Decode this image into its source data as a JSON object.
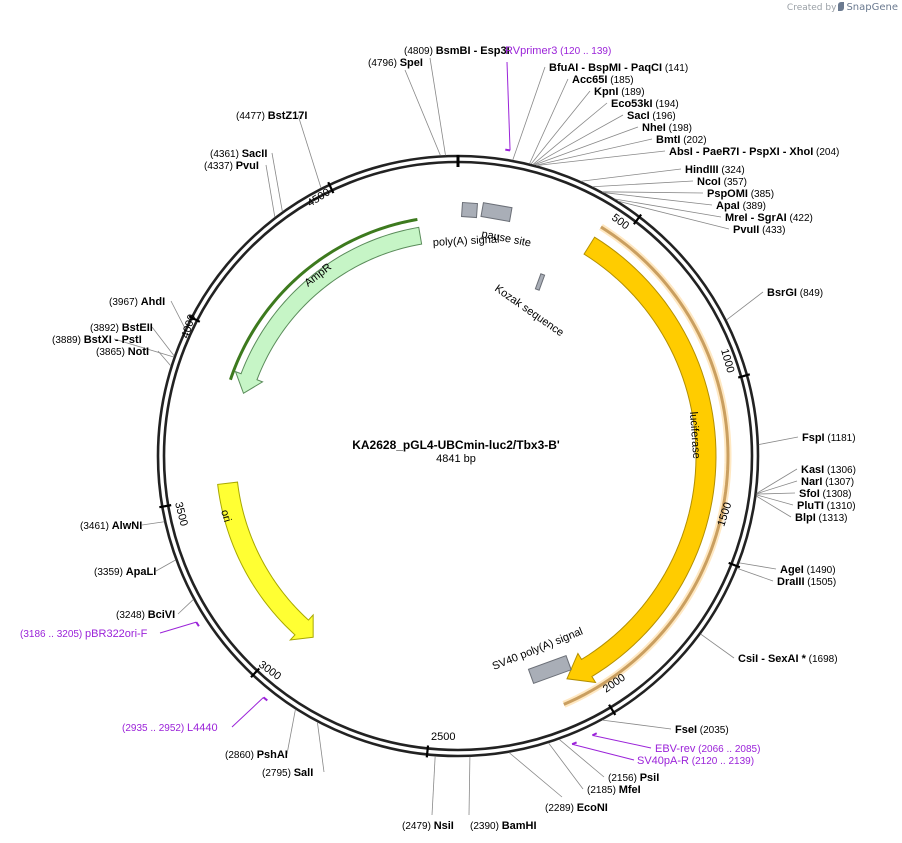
{
  "credit": {
    "prefix": "Created by",
    "brand": "SnapGene"
  },
  "plasmid": {
    "name": "KA2628_pGL4-UBCmin-luc2/Tbx3-B'",
    "size": "4841 bp",
    "length": 4841
  },
  "ticks": [
    "500",
    "1000",
    "1500",
    "2000",
    "2500",
    "3000",
    "3500",
    "4000",
    "4500"
  ],
  "features": {
    "ampr": {
      "label": "AmpR",
      "color": "#c6f5c6"
    },
    "luciferase": {
      "label": "luciferase",
      "color": "#ffcc00"
    },
    "ori": {
      "label": "ori",
      "color": "#ffff33"
    },
    "sv40": {
      "label": "SV40 poly(A) signal",
      "color": "#a9aeb7"
    },
    "polya": {
      "label": "poly(A) signal",
      "color": "#a9aeb7"
    },
    "pause": {
      "label": "pause site",
      "color": "#a9aeb7"
    },
    "kozak": {
      "label": "Kozak sequence",
      "color": "#a9aeb7"
    }
  },
  "enzymes": [
    {
      "id": "bsmbi",
      "name": "BsmBI",
      "extra": "-  Esp3I",
      "pos": "(4809)"
    },
    {
      "id": "spei",
      "name": "SpeI",
      "extra": "",
      "pos": "(4796)"
    },
    {
      "id": "bstz17i",
      "name": "BstZ17I",
      "extra": "",
      "pos": "(4477)"
    },
    {
      "id": "sacii",
      "name": "SacII",
      "extra": "",
      "pos": "(4361)"
    },
    {
      "id": "pvui",
      "name": "PvuI",
      "extra": "",
      "pos": "(4337)"
    },
    {
      "id": "ahdi",
      "name": "AhdI",
      "extra": "",
      "pos": "(3967)"
    },
    {
      "id": "bsteii",
      "name": "BstEII",
      "extra": "",
      "pos": "(3892)"
    },
    {
      "id": "bstxi",
      "name": "BstXI",
      "extra": "-  PstI",
      "pos": "(3889)"
    },
    {
      "id": "noti",
      "name": "NotI",
      "extra": "",
      "pos": "(3865)"
    },
    {
      "id": "alwni",
      "name": "AlwNI",
      "extra": "",
      "pos": "(3461)"
    },
    {
      "id": "apali",
      "name": "ApaLI",
      "extra": "",
      "pos": "(3359)"
    },
    {
      "id": "bcivi",
      "name": "BciVI",
      "extra": "",
      "pos": "(3248)"
    },
    {
      "id": "pshai",
      "name": "PshAI",
      "extra": "",
      "pos": "(2860)"
    },
    {
      "id": "sali",
      "name": "SalI",
      "extra": "",
      "pos": "(2795)"
    },
    {
      "id": "nsii",
      "name": "NsiI",
      "extra": "",
      "pos": "(2479)"
    },
    {
      "id": "bamhi",
      "name": "BamHI",
      "extra": "",
      "pos": "(2390)"
    },
    {
      "id": "econi",
      "name": "EcoNI",
      "extra": "",
      "pos": "(2289)"
    },
    {
      "id": "mfei",
      "name": "MfeI",
      "extra": "",
      "pos": "(2185)"
    },
    {
      "id": "psii",
      "name": "PsiI",
      "extra": "",
      "pos": "(2156)"
    },
    {
      "id": "fsei",
      "name": "FseI",
      "extra": "",
      "pos": "(2035)"
    },
    {
      "id": "csii",
      "name": "CsiI",
      "extra": "-  SexAI  *",
      "pos": "(1698)"
    },
    {
      "id": "drai",
      "name": "DraIII",
      "extra": "",
      "pos": "(1505)"
    },
    {
      "id": "agei",
      "name": "AgeI",
      "extra": "",
      "pos": "(1490)"
    },
    {
      "id": "blpi",
      "name": "BlpI",
      "extra": "",
      "pos": "(1313)"
    },
    {
      "id": "pluti",
      "name": "PluTI",
      "extra": "",
      "pos": "(1310)"
    },
    {
      "id": "sfoi",
      "name": "SfoI",
      "extra": "",
      "pos": "(1308)"
    },
    {
      "id": "nari",
      "name": "NarI",
      "extra": "",
      "pos": "(1307)"
    },
    {
      "id": "kasi",
      "name": "KasI",
      "extra": "",
      "pos": "(1306)"
    },
    {
      "id": "fspi",
      "name": "FspI",
      "extra": "",
      "pos": "(1181)"
    },
    {
      "id": "bsrgi",
      "name": "BsrGI",
      "extra": "",
      "pos": "(849)"
    },
    {
      "id": "pvuii",
      "name": "PvuII",
      "extra": "",
      "pos": "(433)"
    },
    {
      "id": "mrei",
      "name": "MreI",
      "extra": "-  SgrAI",
      "pos": "(422)"
    },
    {
      "id": "apai",
      "name": "ApaI",
      "extra": "",
      "pos": "(389)"
    },
    {
      "id": "pspomi",
      "name": "PspOMI",
      "extra": "",
      "pos": "(385)"
    },
    {
      "id": "ncoi",
      "name": "NcoI",
      "extra": "",
      "pos": "(357)"
    },
    {
      "id": "hindiii",
      "name": "HindIII",
      "extra": "",
      "pos": "(324)"
    },
    {
      "id": "absi",
      "name": "AbsI",
      "extra": "-  PaeR7I   -  PspXI   -  XhoI",
      "pos": "(204)"
    },
    {
      "id": "bmti",
      "name": "BmtI",
      "extra": "",
      "pos": "(202)"
    },
    {
      "id": "nhei",
      "name": "NheI",
      "extra": "",
      "pos": "(198)"
    },
    {
      "id": "saci",
      "name": "SacI",
      "extra": "",
      "pos": "(196)"
    },
    {
      "id": "eco53ki",
      "name": "Eco53kI",
      "extra": "",
      "pos": "(194)"
    },
    {
      "id": "kpni",
      "name": "KpnI",
      "extra": "",
      "pos": "(189)"
    },
    {
      "id": "acc65i",
      "name": "Acc65I",
      "extra": "",
      "pos": "(185)"
    },
    {
      "id": "bfuai",
      "name": "BfuAI",
      "extra": "-  BspMI   -  PaqCI",
      "pos": "(141)"
    }
  ],
  "primers": [
    {
      "id": "rvprimer3",
      "name": "RVprimer3",
      "pos": "(120 .. 139)"
    },
    {
      "id": "ebvrev",
      "name": "EBV-rev",
      "pos": "(2066 .. 2085)"
    },
    {
      "id": "sv40par",
      "name": "SV40pA-R",
      "pos": "(2120 .. 2139)"
    },
    {
      "id": "l4440",
      "name": "L4440",
      "pos": "(2935 .. 2952)"
    },
    {
      "id": "pbr322",
      "name": "pBR322ori-F",
      "pos": "(3186 .. 3205)"
    }
  ]
}
